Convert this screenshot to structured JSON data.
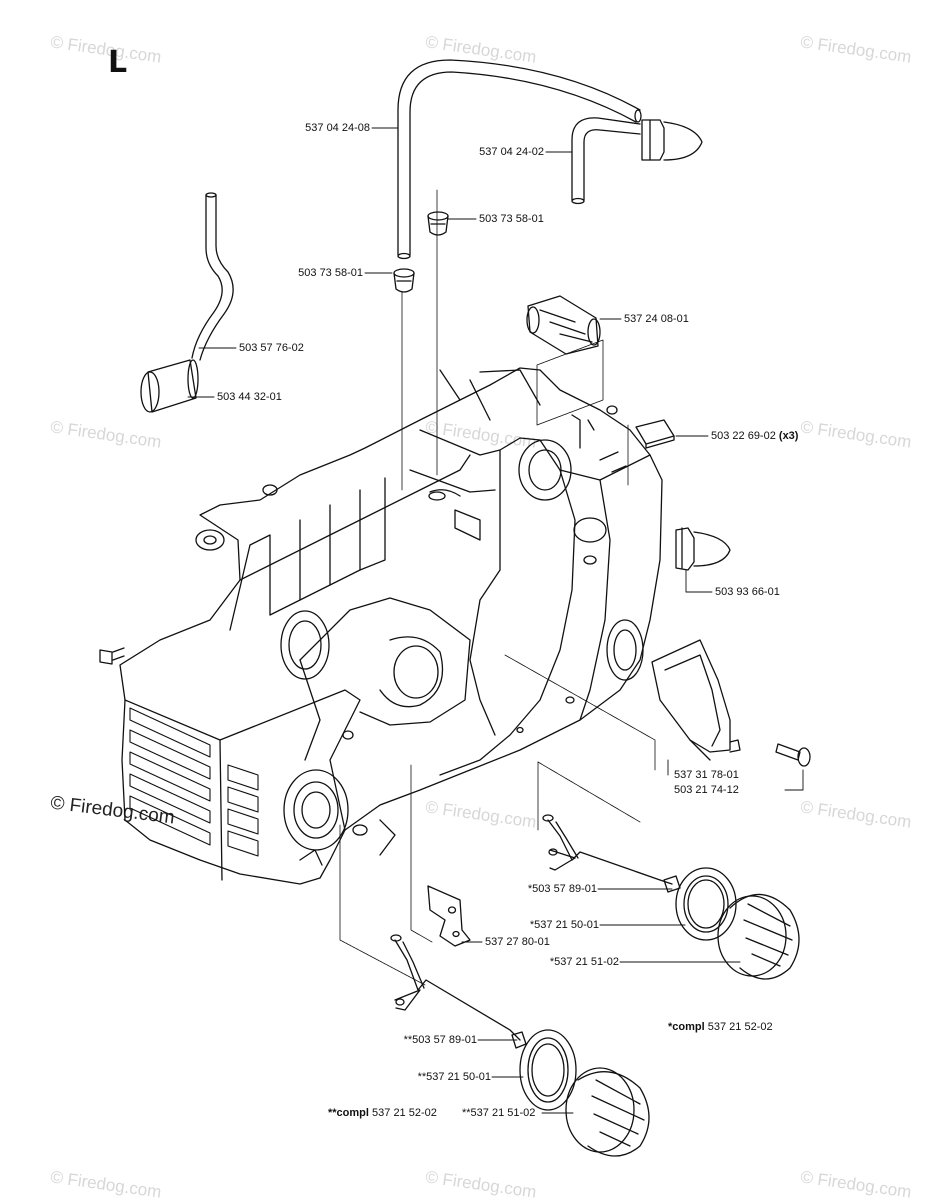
{
  "section_letter": "L",
  "watermark": "© Firedog.com",
  "parts": {
    "hose_long": "537 04 24-08",
    "hose_short": "537 04 24-02",
    "grommet_right": "503 73 58-01",
    "grommet_left": "503 73 58-01",
    "fuel_hose": "503 57 76-02",
    "fuel_filter": "503 44 32-01",
    "bushing": "537 24 08-01",
    "nut_prefix": "503 22 69-02",
    "nut_qty": "(x3)",
    "primer": "503 93 66-01",
    "guard": "537 31 78-01",
    "screw": "503 21 74-12",
    "bracket": "537 27 80-01",
    "strap_1": "*503 57 89-01",
    "seal_1": "*537 21 50-01",
    "cap_1": "*537 21 51-02",
    "compl_1_bold": "*compl",
    "compl_1_num": "537 21 52-02",
    "strap_2": "**503 57 89-01",
    "seal_2": "**537 21 50-01",
    "compl_2_bold": "**compl",
    "compl_2_num": "537 21 52-02",
    "cap_2": "**537 21 51-02"
  }
}
